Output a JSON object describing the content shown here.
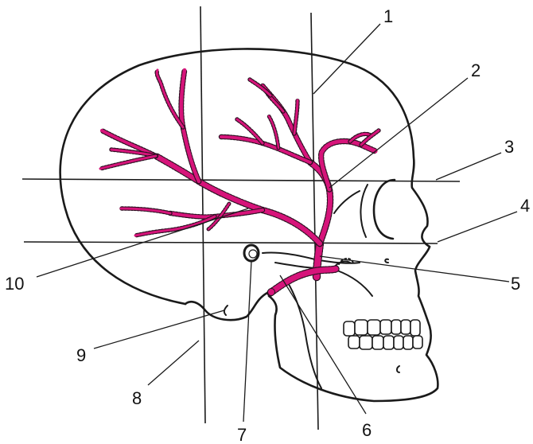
{
  "figure": {
    "colors": {
      "artery": "#d6147a",
      "outline": "#1a1a1a",
      "background": "#ffffff"
    },
    "callouts": [
      "1",
      "2",
      "3",
      "4",
      "5",
      "6",
      "7",
      "8",
      "9",
      "10"
    ]
  }
}
